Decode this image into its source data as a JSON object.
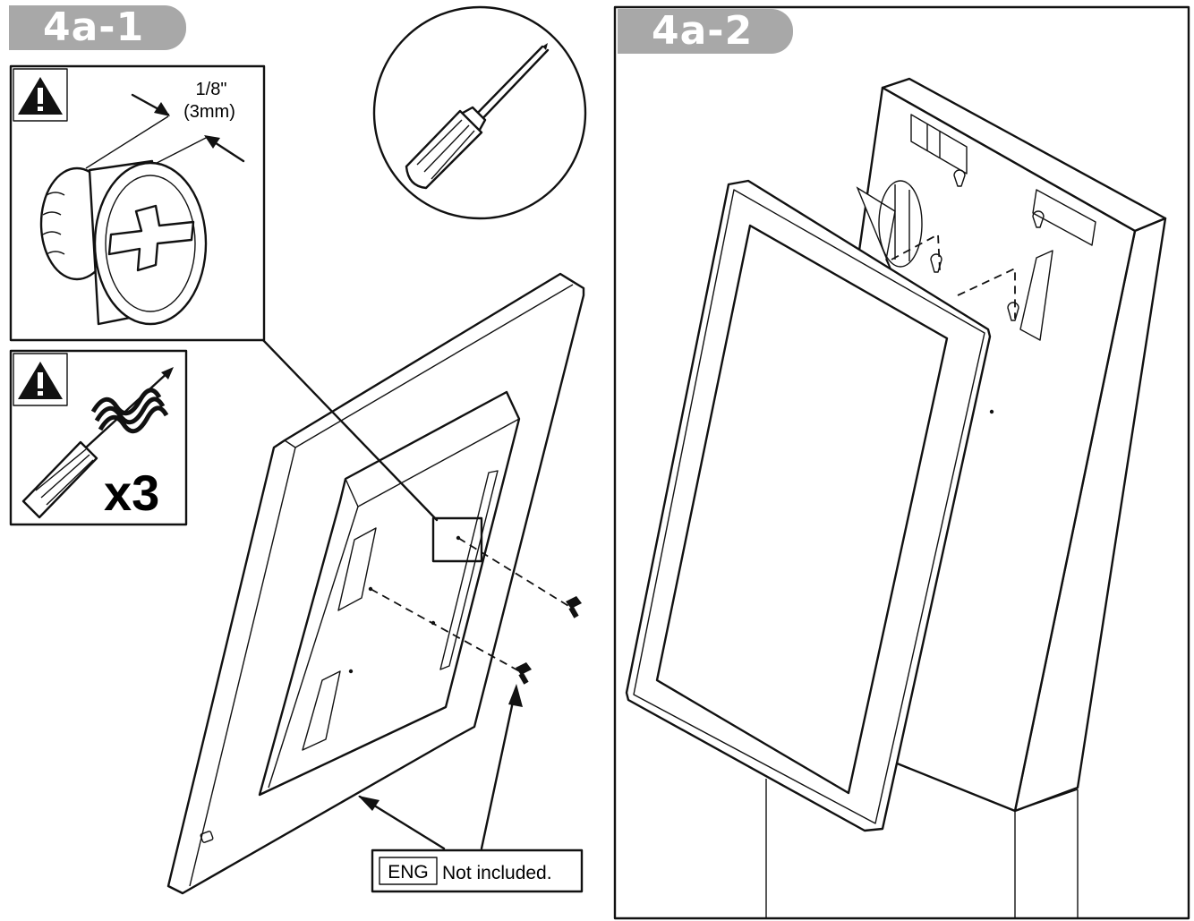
{
  "steps": {
    "left": {
      "label": "4a-1"
    },
    "right": {
      "label": "4a-2"
    }
  },
  "detail": {
    "dimension_fraction": "1/8\"",
    "dimension_metric": "(3mm)"
  },
  "screw_count": "x3",
  "note": {
    "language_code": "ENG",
    "text": "Not included."
  },
  "icons": [
    "warning-icon",
    "screwdriver-icon",
    "screw-icon",
    "spring-icon"
  ],
  "colors": {
    "badge": "#a8a8a8",
    "line": "#111111",
    "background": "#ffffff"
  }
}
